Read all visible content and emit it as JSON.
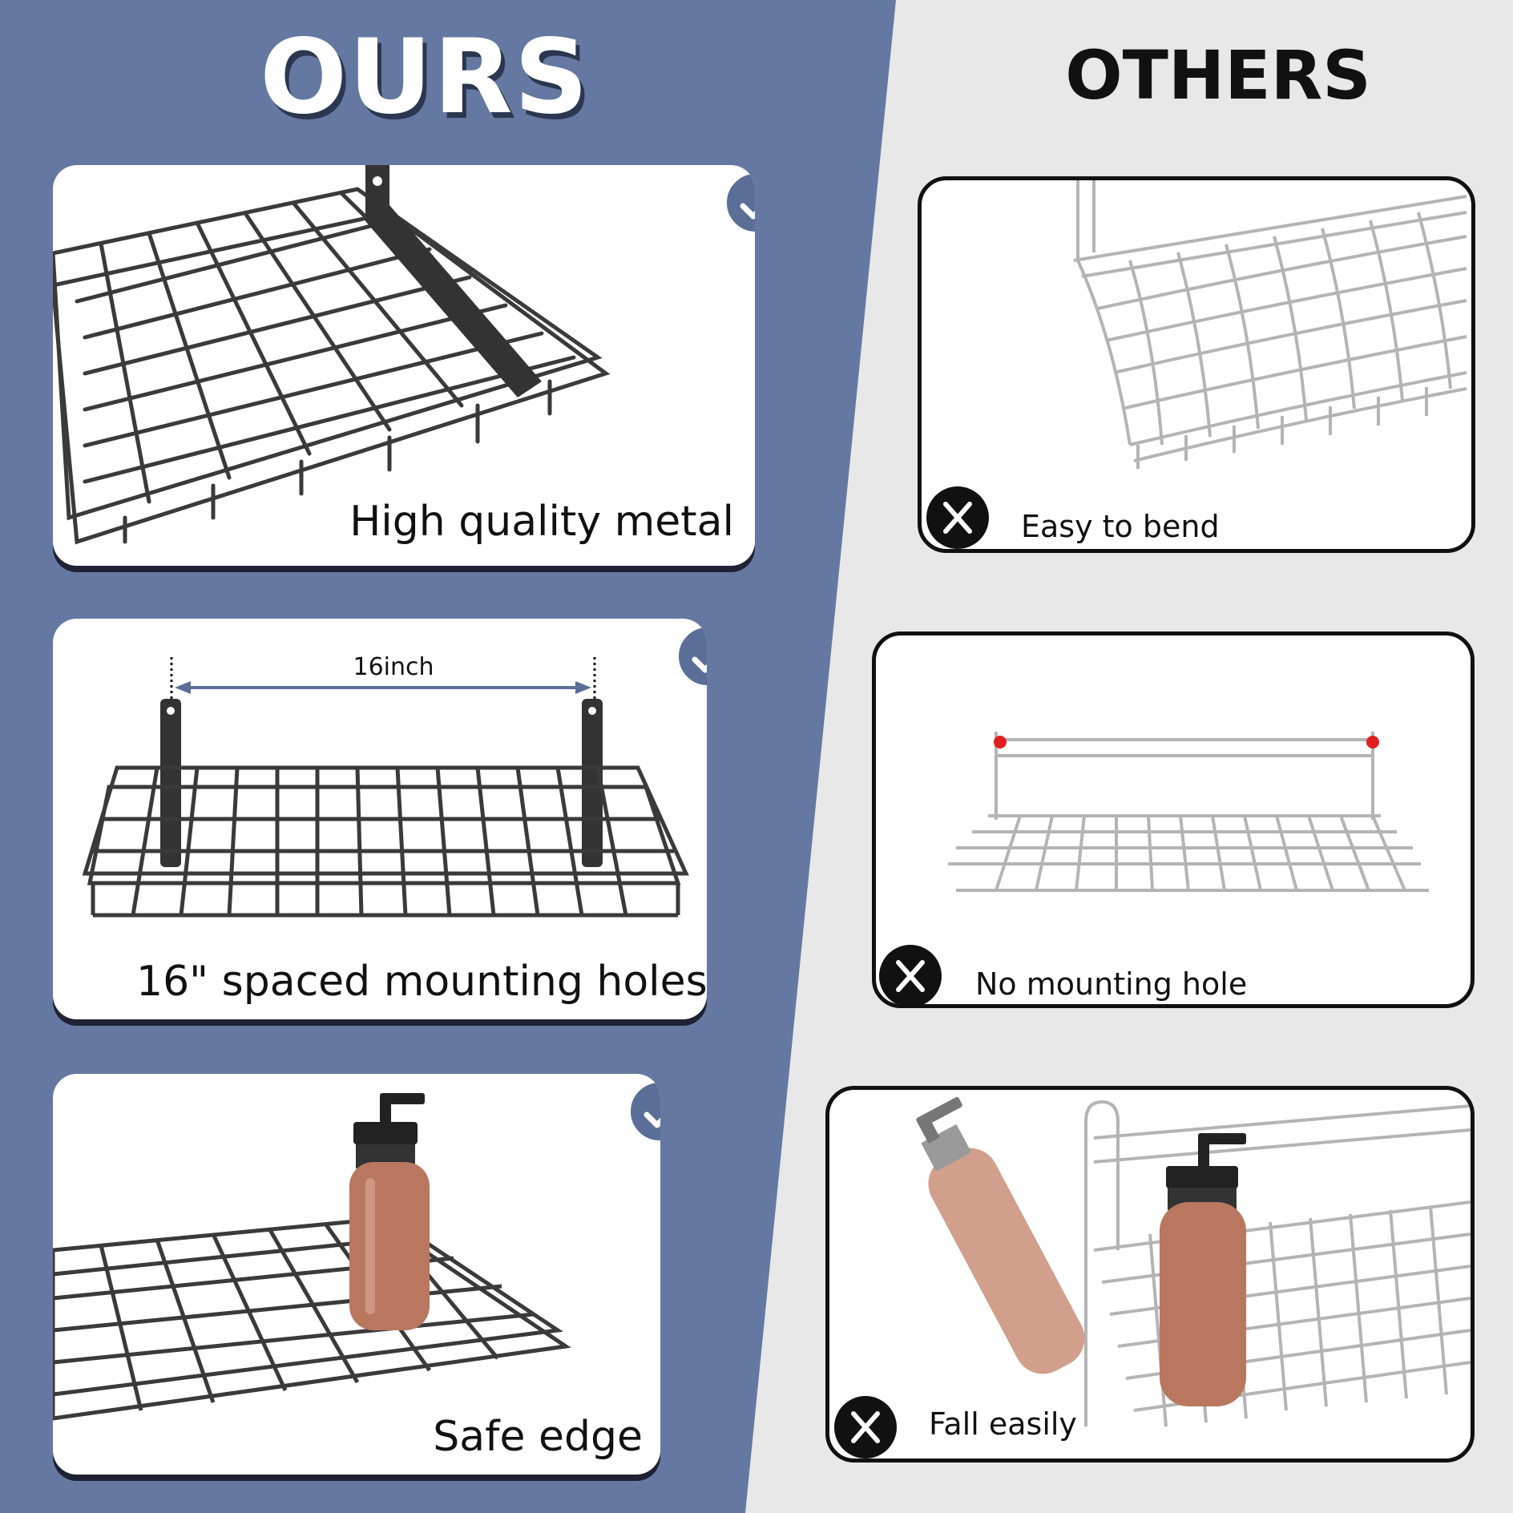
{
  "colors": {
    "ours_panel": "#6478a1",
    "others_panel": "#e8e8e8",
    "check_badge": "#5b6e98",
    "x_badge": "#111111",
    "ours_metal": "#3a3a3a",
    "others_metal": "#b4b4b4",
    "soap": "#b9775f",
    "mount_dot": "#e02020"
  },
  "ours": {
    "title": "OURS",
    "cards": [
      {
        "label": "High quality metal",
        "icon": "check-icon"
      },
      {
        "label": "16\" spaced mounting holes",
        "dimension": "16inch",
        "icon": "check-icon"
      },
      {
        "label": "Safe edge",
        "icon": "check-icon"
      }
    ]
  },
  "others": {
    "title": "OTHERS",
    "cards": [
      {
        "label": "Easy to bend",
        "icon": "x-icon"
      },
      {
        "label": "No mounting hole",
        "icon": "x-icon"
      },
      {
        "label": "Fall easily",
        "icon": "x-icon"
      }
    ]
  }
}
